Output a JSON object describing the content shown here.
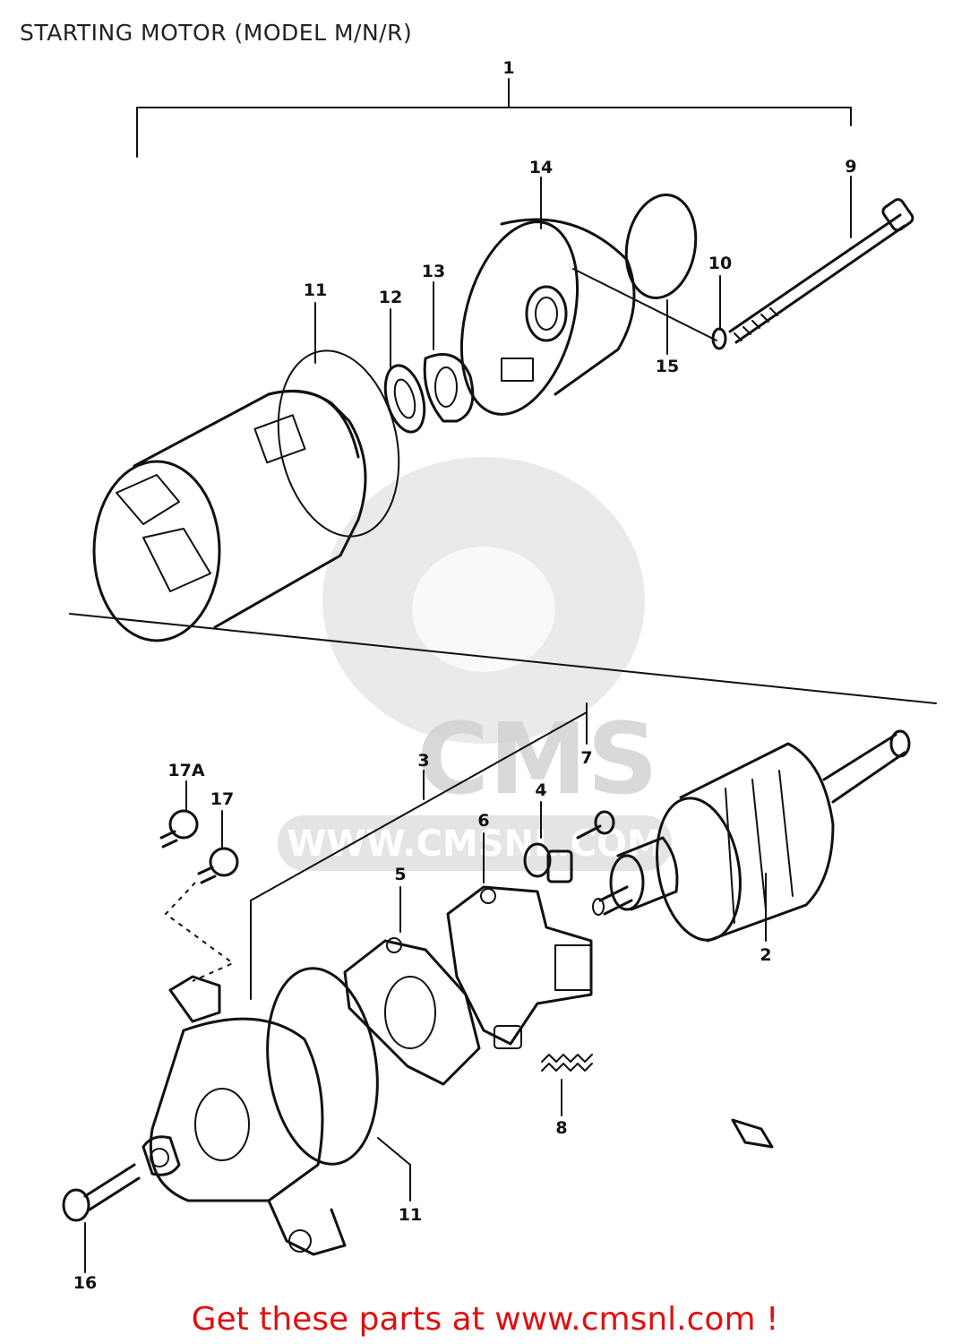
{
  "title": "STARTING MOTOR (MODEL M/N/R)",
  "footer": "Get these parts at www.cmsnl.com !",
  "watermark": {
    "brand": "CMS",
    "url": "WWW.CMSNL.COM"
  },
  "callouts": {
    "c1": "1",
    "c2": "2",
    "c3": "3",
    "c4": "4",
    "c5": "5",
    "c6": "6",
    "c7": "7",
    "c8": "8",
    "c9": "9",
    "c10": "10",
    "c11_top": "11",
    "c11_bottom": "11",
    "c12": "12",
    "c13": "13",
    "c14": "14",
    "c15": "15",
    "c16": "16",
    "c17": "17",
    "c17a": "17A"
  },
  "colors": {
    "line": "#111111",
    "footer": "#e01010",
    "watermark": "#d8d8d8"
  }
}
